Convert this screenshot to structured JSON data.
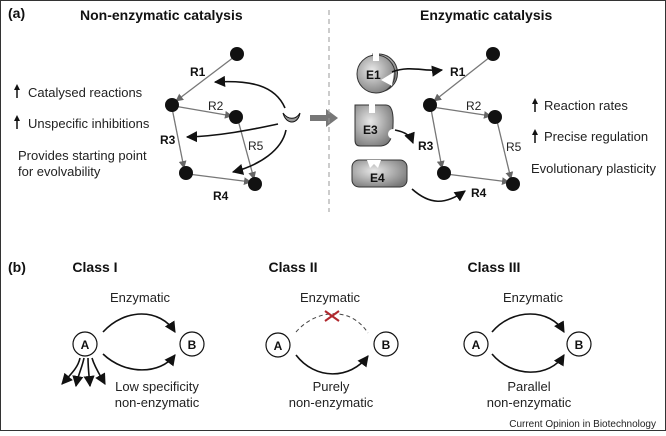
{
  "panel_a": {
    "label": "(a)",
    "left": {
      "title": "Non-enzymatic catalysis",
      "bullets": [
        "Catalysed reactions",
        "Unspecific inhibitions"
      ],
      "note_lines": [
        "Provides starting point",
        "for evolvability"
      ],
      "reactions": [
        "R1",
        "R2",
        "R3",
        "R4",
        "R5"
      ]
    },
    "right": {
      "title": "Enzymatic catalysis",
      "enzymes": [
        "E1",
        "E3",
        "E4"
      ],
      "bullets": [
        "Reaction rates",
        "Precise regulation"
      ],
      "note": "Evolutionary plasticity",
      "reactions": [
        "R1",
        "R2",
        "R3",
        "R4",
        "R5"
      ]
    }
  },
  "panel_b": {
    "label": "(b)",
    "classes": [
      {
        "title": "Class I",
        "top": "Enzymatic",
        "bottom": [
          "Low specificity",
          "non-enzymatic"
        ],
        "a": "A",
        "b": "B"
      },
      {
        "title": "Class II",
        "top": "Enzymatic",
        "bottom": [
          "Purely",
          "non-enzymatic"
        ],
        "a": "A",
        "b": "B"
      },
      {
        "title": "Class III",
        "top": "Enzymatic",
        "bottom": [
          "Parallel",
          "non-enzymatic"
        ],
        "a": "A",
        "b": "B"
      }
    ]
  },
  "footer": "Current Opinion in Biotechnology",
  "colors": {
    "inhibit_x": "#b0282e",
    "gray_arrow": "#777777"
  }
}
